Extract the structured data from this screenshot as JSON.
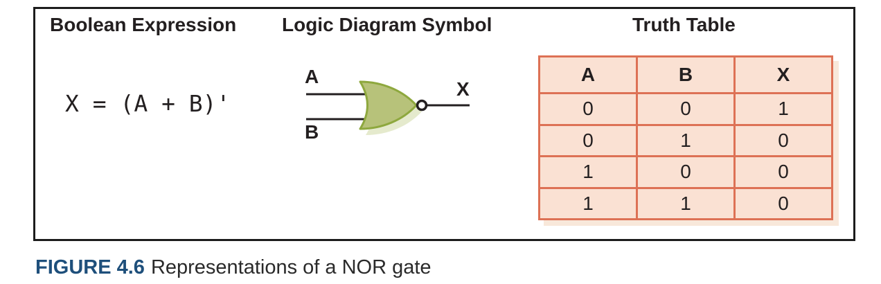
{
  "figure": {
    "headers": {
      "boolean_expression": "Boolean Expression",
      "logic_diagram_symbol": "Logic Diagram Symbol",
      "truth_table": "Truth Table"
    },
    "boolean_expression": "X = (A + B)'",
    "gate": {
      "type": "NOR gate",
      "input_a": "A",
      "input_b": "B",
      "output": "X",
      "fill_color": "#b7c27a",
      "outline_color": "#8ea83e",
      "shadow_color": "#e5eacd",
      "wire_color": "#231f20"
    },
    "truth_table": {
      "columns": [
        "A",
        "B",
        "X"
      ],
      "rows": [
        [
          "0",
          "0",
          "1"
        ],
        [
          "0",
          "1",
          "0"
        ],
        [
          "1",
          "0",
          "0"
        ],
        [
          "1",
          "1",
          "0"
        ]
      ],
      "fill_color": "#fae1d3",
      "border_color": "#dd7155",
      "shadow_color": "#f8e8da"
    }
  },
  "caption": {
    "label": "FIGURE 4.6",
    "text": "Representations of a NOR gate",
    "label_color": "#1e4f7b"
  }
}
